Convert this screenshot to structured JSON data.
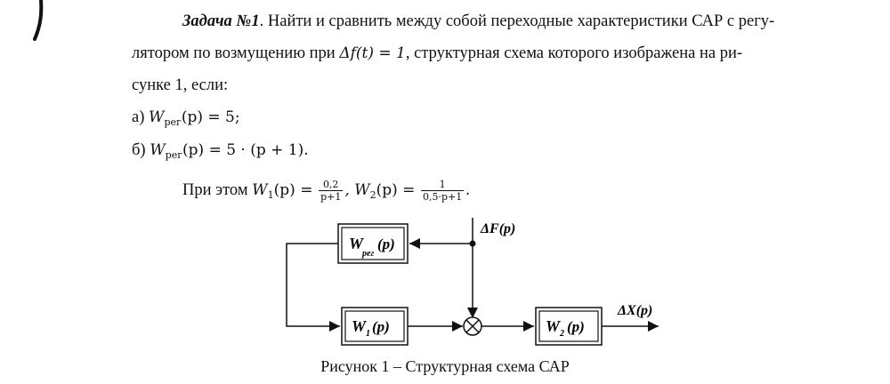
{
  "task": {
    "title": "Задача №1",
    "line1_text": ". Найти и сравнить между собой переходные характеристики САР с регу-",
    "line2_a": "лятором по возмущению при ",
    "line2_formula": "Δf(t) = 1",
    "line2_b": ", структурная схема которого изображена на ри-",
    "line3": "сунке 1, если:",
    "item_a_label": "а) ",
    "item_a_W": "W",
    "item_a_sub": "рег",
    "item_a_expr": "(p) = 5;",
    "item_b_label": "б) ",
    "item_b_W": "W",
    "item_b_sub": "рег",
    "item_b_expr": "(p) = 5 · (p + 1).",
    "given_prefix": "При этом ",
    "w1_lhs": "W",
    "w1_sub": "1",
    "w1_arg": "(p) =",
    "w1_num": "0,2",
    "w1_den": "p+1",
    "w2_lhs": ", W",
    "w2_sub": "2",
    "w2_arg": "(p) =",
    "w2_num": "1",
    "w2_den": "0,5·p+1",
    "given_end": "."
  },
  "diagram": {
    "block_reg_main": "W",
    "block_reg_sub": "рег",
    "block_reg_arg": "(p)",
    "block_w1_main": "W",
    "block_w1_sub": "1",
    "block_w1_arg": "(p)",
    "block_w2_main": "W",
    "block_w2_sub": "2",
    "block_w2_arg": "(p)",
    "input_label": "ΔF(p)",
    "output_label": "ΔX(p)"
  },
  "caption": "Рисунок 1 – Структурная схема САР"
}
